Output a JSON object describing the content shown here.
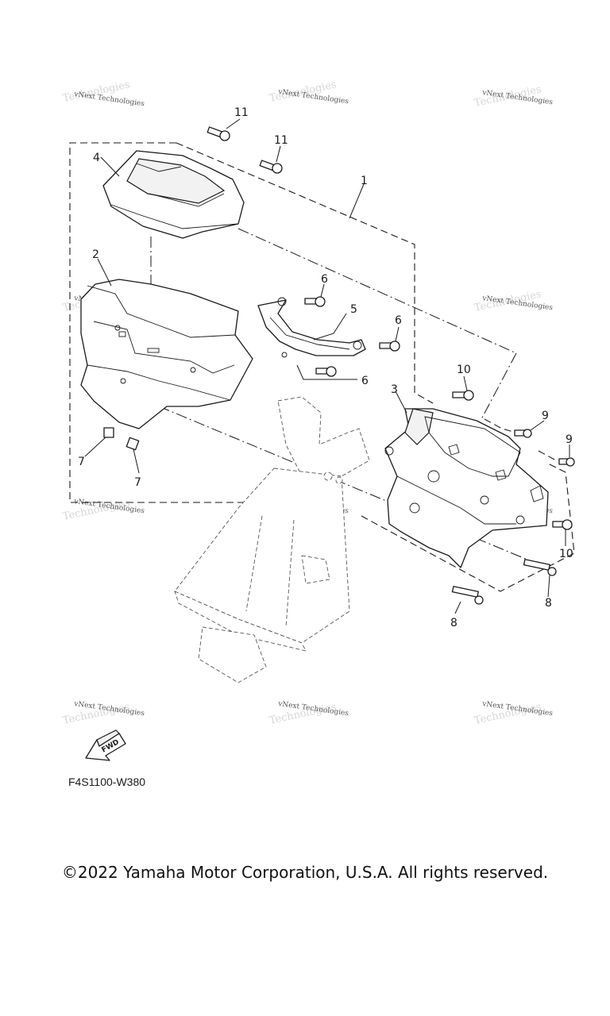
{
  "diagram": {
    "code": "F4S1100-W380",
    "fwd_label": "FWD",
    "watermark": "vNext Technologies",
    "copyright": "©2022 Yamaha Motor Corporation, U.S.A. All rights reserved.",
    "callouts": [
      "1",
      "2",
      "3",
      "4",
      "5",
      "6",
      "7",
      "8",
      "9",
      "10",
      "11"
    ]
  }
}
